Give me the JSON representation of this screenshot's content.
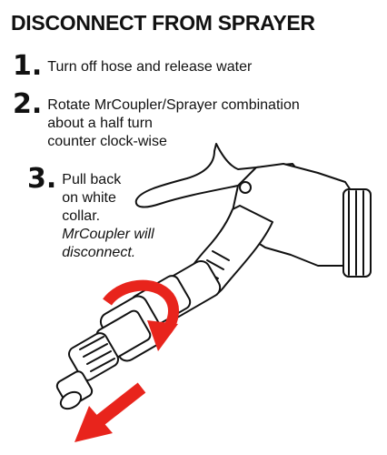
{
  "title": "DISCONNECT FROM SPRAYER",
  "steps": [
    {
      "number": "1.",
      "lines": [
        "Turn off hose and release water"
      ]
    },
    {
      "number": "2.",
      "lines": [
        "Rotate MrCoupler/Sprayer combination",
        "about a half turn",
        "counter clock-wise"
      ]
    },
    {
      "number": "3.",
      "lines": [
        "Pull back",
        "on white",
        "collar."
      ],
      "note_lines": [
        "MrCoupler will",
        "disconnect."
      ]
    }
  ],
  "colors": {
    "arrow": "#e8241c",
    "ink": "#111111"
  },
  "icons": [
    "sprayer-illustration",
    "rotate-arrow-icon",
    "pull-arrow-icon"
  ]
}
